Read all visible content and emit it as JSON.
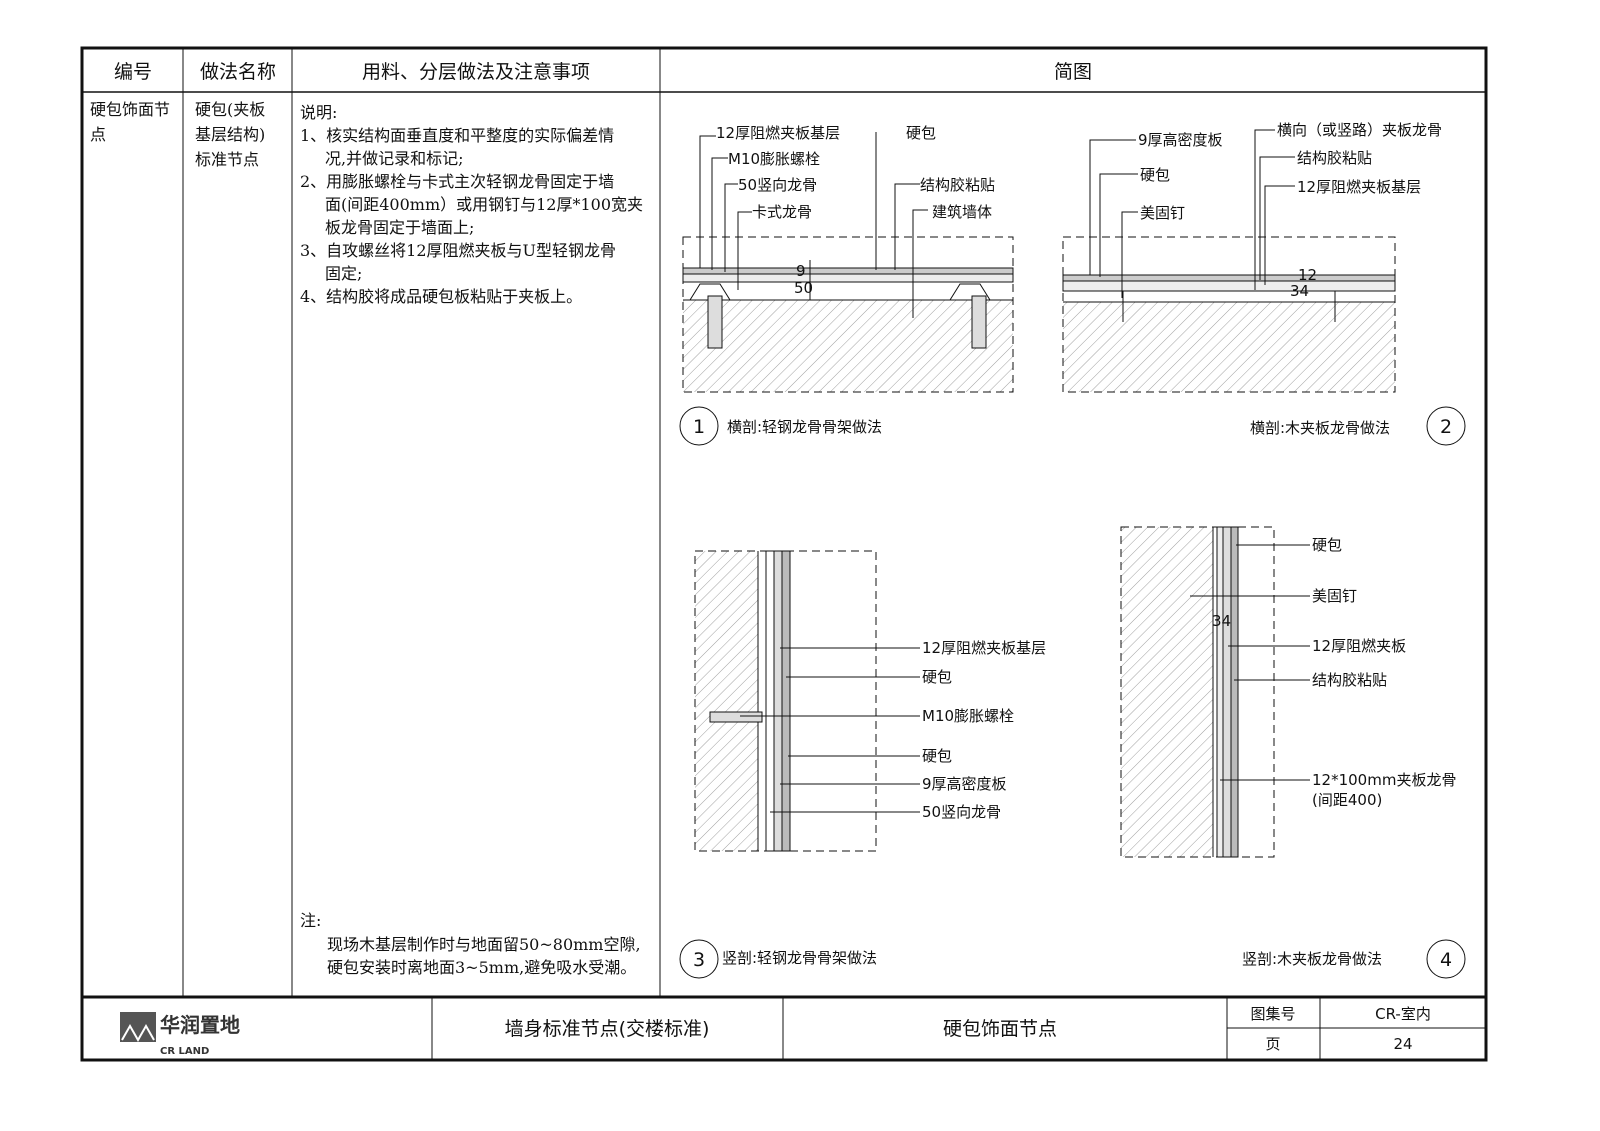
{
  "header": {
    "col1": "编号",
    "col2": "做法名称",
    "col3": "用料、分层做法及注意事项",
    "col4": "简图"
  },
  "row": {
    "code": [
      "硬包饰面节",
      "点"
    ],
    "name": [
      "硬包(夹板",
      "基层结构)",
      "标准节点"
    ],
    "notes": [
      "说明:",
      "1、核实结构面垂直度和平整度的实际偏差情",
      "况,并做记录和标记;",
      "2、用膨胀螺栓与卡式主次轻钢龙骨固定于墙",
      "面(间距400mm）或用钢钉与12厚*100宽夹",
      "板龙骨固定于墙面上;",
      "3、自攻螺丝将12厚阻燃夹板与U型轻钢龙骨",
      "固定;",
      "4、结构胶将成品硬包板粘贴于夹板上。"
    ],
    "remark": [
      "注:",
      "现场木基层制作时与地面留50~80mm空隙,",
      "硬包安装时离地面3~5mm,避免吸水受潮。"
    ]
  },
  "figures": [
    {
      "number": "1",
      "caption": "横剖:轻钢龙骨骨架做法",
      "labels": [
        "12厚阻燃夹板基层",
        "M10膨胀螺栓",
        "50竖向龙骨",
        "卡式龙骨",
        "硬包",
        "结构胶粘贴",
        "建筑墙体"
      ],
      "dims": [
        "9",
        "50"
      ]
    },
    {
      "number": "2",
      "caption": "横剖:木夹板龙骨做法",
      "labels": [
        "9厚高密度板",
        "硬包",
        "美固钉",
        "横向（或竖路）夹板龙骨",
        "结构胶粘贴",
        "12厚阻燃夹板基层"
      ],
      "dims": [
        "12",
        "34"
      ]
    },
    {
      "number": "3",
      "caption": "竖剖:轻钢龙骨骨架做法",
      "labels": [
        "12厚阻燃夹板基层",
        "硬包",
        "M10膨胀螺栓",
        "硬包",
        "9厚高密度板",
        "50竖向龙骨"
      ]
    },
    {
      "number": "4",
      "caption": "竖剖:木夹板龙骨做法",
      "labels": [
        "硬包",
        "美固钉",
        "12厚阻燃夹板",
        "结构胶粘贴",
        "12*100mm夹板龙骨",
        "(间距400)"
      ],
      "dims": [
        "34"
      ]
    }
  ],
  "footer": {
    "logo_text": "华润置地",
    "logo_sub": "CR LAND",
    "title1": "墙身标准节点(交楼标准)",
    "title2": "硬包饰面节点",
    "atlas_label": "图集号",
    "atlas_value": "CR-室内",
    "page_label": "页",
    "page_value": "24"
  },
  "colors": {
    "line": "#111111",
    "hatch": "#9a9a9a"
  }
}
